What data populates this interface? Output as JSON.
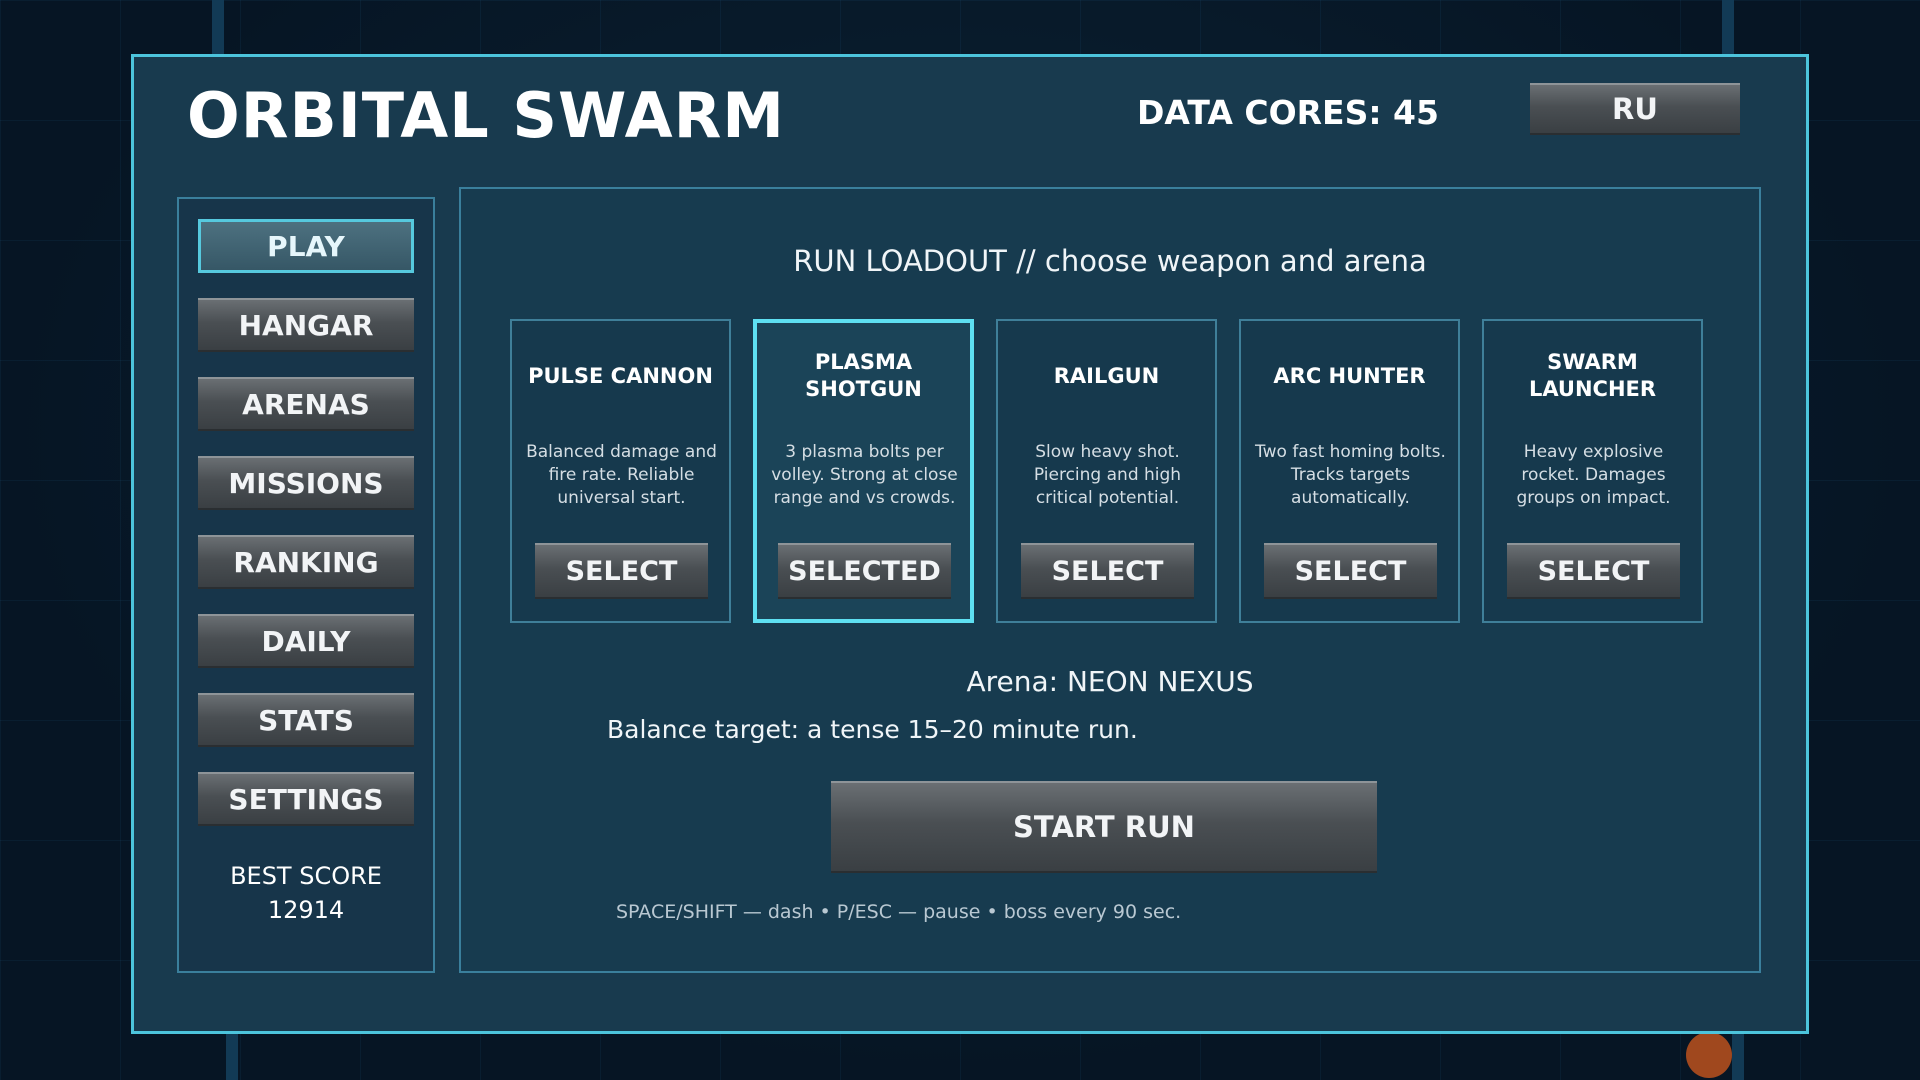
{
  "header": {
    "title": "ORBITAL SWARM",
    "data_cores": "DATA CORES: 45",
    "language_button": "RU"
  },
  "sidebar": {
    "items": [
      {
        "label": "PLAY",
        "active": true
      },
      {
        "label": "HANGAR",
        "active": false
      },
      {
        "label": "ARENAS",
        "active": false
      },
      {
        "label": "MISSIONS",
        "active": false
      },
      {
        "label": "RANKING",
        "active": false
      },
      {
        "label": "DAILY",
        "active": false
      },
      {
        "label": "STATS",
        "active": false
      },
      {
        "label": "SETTINGS",
        "active": false
      }
    ],
    "best_score_label": "BEST SCORE",
    "best_score_value": "12914"
  },
  "loadout": {
    "heading": "RUN LOADOUT // choose weapon and arena",
    "weapons": [
      {
        "name": "PULSE CANNON",
        "description": "Balanced damage and fire rate. Reliable universal start.",
        "button": "SELECT",
        "selected": false
      },
      {
        "name": "PLASMA SHOTGUN",
        "description": "3 plasma bolts per volley. Strong at close range and vs crowds.",
        "button": "SELECTED",
        "selected": true
      },
      {
        "name": "RAILGUN",
        "description": "Slow heavy shot. Piercing and high critical potential.",
        "button": "SELECT",
        "selected": false
      },
      {
        "name": "ARC HUNTER",
        "description": "Two fast homing bolts. Tracks targets automatically.",
        "button": "SELECT",
        "selected": false
      },
      {
        "name": "SWARM LAUNCHER",
        "description": "Heavy explosive rocket. Damages groups on impact.",
        "button": "SELECT",
        "selected": false
      }
    ],
    "arena": "Arena: NEON NEXUS",
    "balance": "Balance target: a tense 15–20 minute run.",
    "start_button": "START RUN",
    "controls_hint": "SPACE/SHIFT — dash • P/ESC — pause • boss every 90 sec."
  },
  "colors": {
    "accent": "#4cc4dc",
    "selected_border": "#5ee0f2",
    "panel": "#183a4e"
  }
}
